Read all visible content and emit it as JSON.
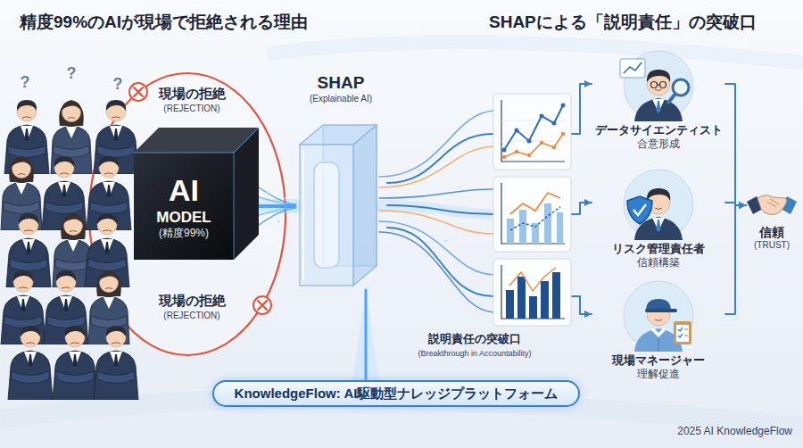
{
  "diagram": {
    "title": "精度99%のAIが現場で拒絶される理由",
    "nodes": [
      {
        "text": [
          "AI",
          "MODEL",
          "(精度99%)"
        ]
      },
      {
        "text": [
          "SHAP",
          "(Explainable AI)"
        ]
      },
      {
        "text": [
          "データサイエンティスト",
          "合意形成"
        ]
      },
      {
        "text": [
          "リスク管理責任者",
          "信頼構築"
        ]
      },
      {
        "text": [
          "現場マネージャー",
          "理解促進"
        ]
      },
      {
        "text": [
          "信頼",
          "(TRUST)"
        ]
      },
      {
        "text": [
          "KnowledgeFlow: AI駆動型ナレッジプラットフォーム"
        ]
      }
    ],
    "edges": [
      {
        "from": 0,
        "to": 1,
        "arrow": "none"
      },
      {
        "from": 1,
        "to": 2,
        "arrow": "to"
      },
      {
        "from": 1,
        "to": 3,
        "arrow": "to"
      },
      {
        "from": 1,
        "to": 4,
        "arrow": "to"
      },
      {
        "from": 2,
        "to": 5,
        "arrow": "to"
      },
      {
        "from": 3,
        "to": 5,
        "arrow": "to"
      },
      {
        "from": 4,
        "to": 5,
        "arrow": "to"
      },
      {
        "from": 1,
        "to": 6,
        "arrow": "none"
      }
    ],
    "labels": [
      "SHAPによる「説明責任」の突破口",
      "現場の拒絶",
      "(REJECTION)",
      "現場の拒絶",
      "(REJECTION)",
      "説明責任の突破口",
      "(Breakthrough in Accountability)",
      "?",
      "?",
      "?",
      "2025 AI KnowledgeFlow"
    ]
  }
}
